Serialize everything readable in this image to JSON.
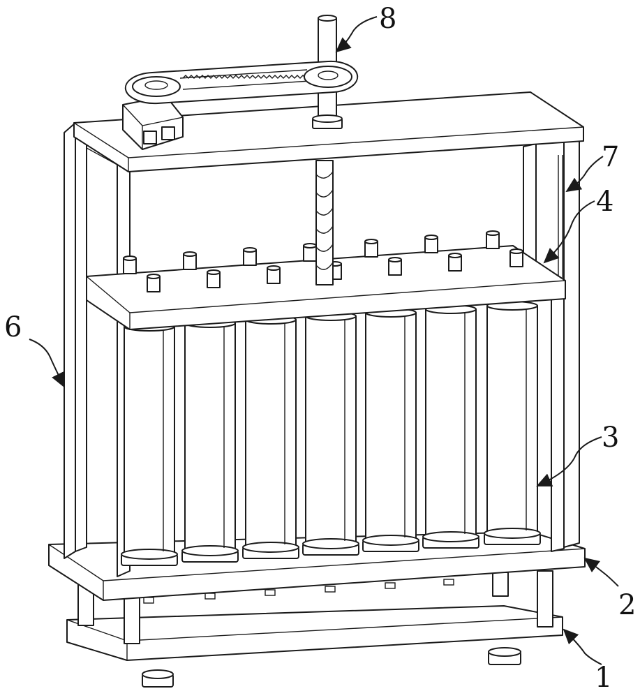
{
  "labels": {
    "l1": "1",
    "l2": "2",
    "l3": "3",
    "l4": "4",
    "l6": "6",
    "l7": "7",
    "l8": "8"
  }
}
